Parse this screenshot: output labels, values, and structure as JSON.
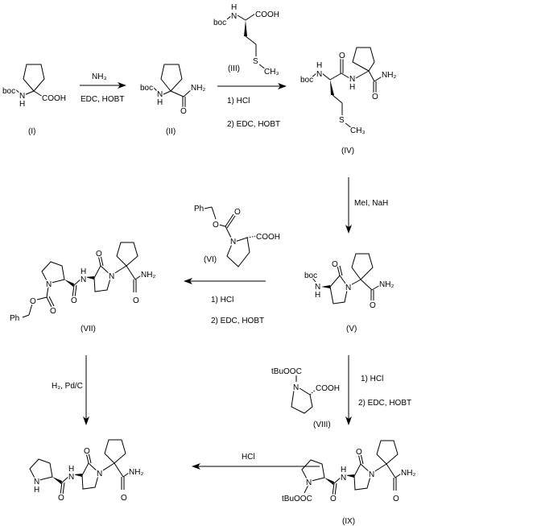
{
  "atoms": {
    "boc": "boc",
    "N": "N",
    "H": "H",
    "O": "O",
    "S": "S",
    "COOH": "COOH",
    "NH2": "NH₂",
    "CH3": "CH₃",
    "Ph": "Ph",
    "tBuOOC": "tBuOOC"
  },
  "compounds": {
    "I": "(I)",
    "II": "(II)",
    "III": "(III)",
    "IV": "(IV)",
    "V": "(V)",
    "VI": "(VI)",
    "VII": "(VII)",
    "VIII": "(VIII)",
    "IX": "(IX)"
  },
  "reagents": {
    "step1_top": "NH₃",
    "step1_bottom": "EDC, HOBT",
    "step2_line1": "1) HCl",
    "step2_line2": "2) EDC, HOBT",
    "step3": "MeI, NaH",
    "step4_line1": "1) HCl",
    "step4_line2": "2) EDC, HOBT",
    "step5": "H₂, Pd/C",
    "step6_line1": "1) HCl",
    "step6_line2": "2) EDC, HOBT",
    "step7": "HCl"
  }
}
